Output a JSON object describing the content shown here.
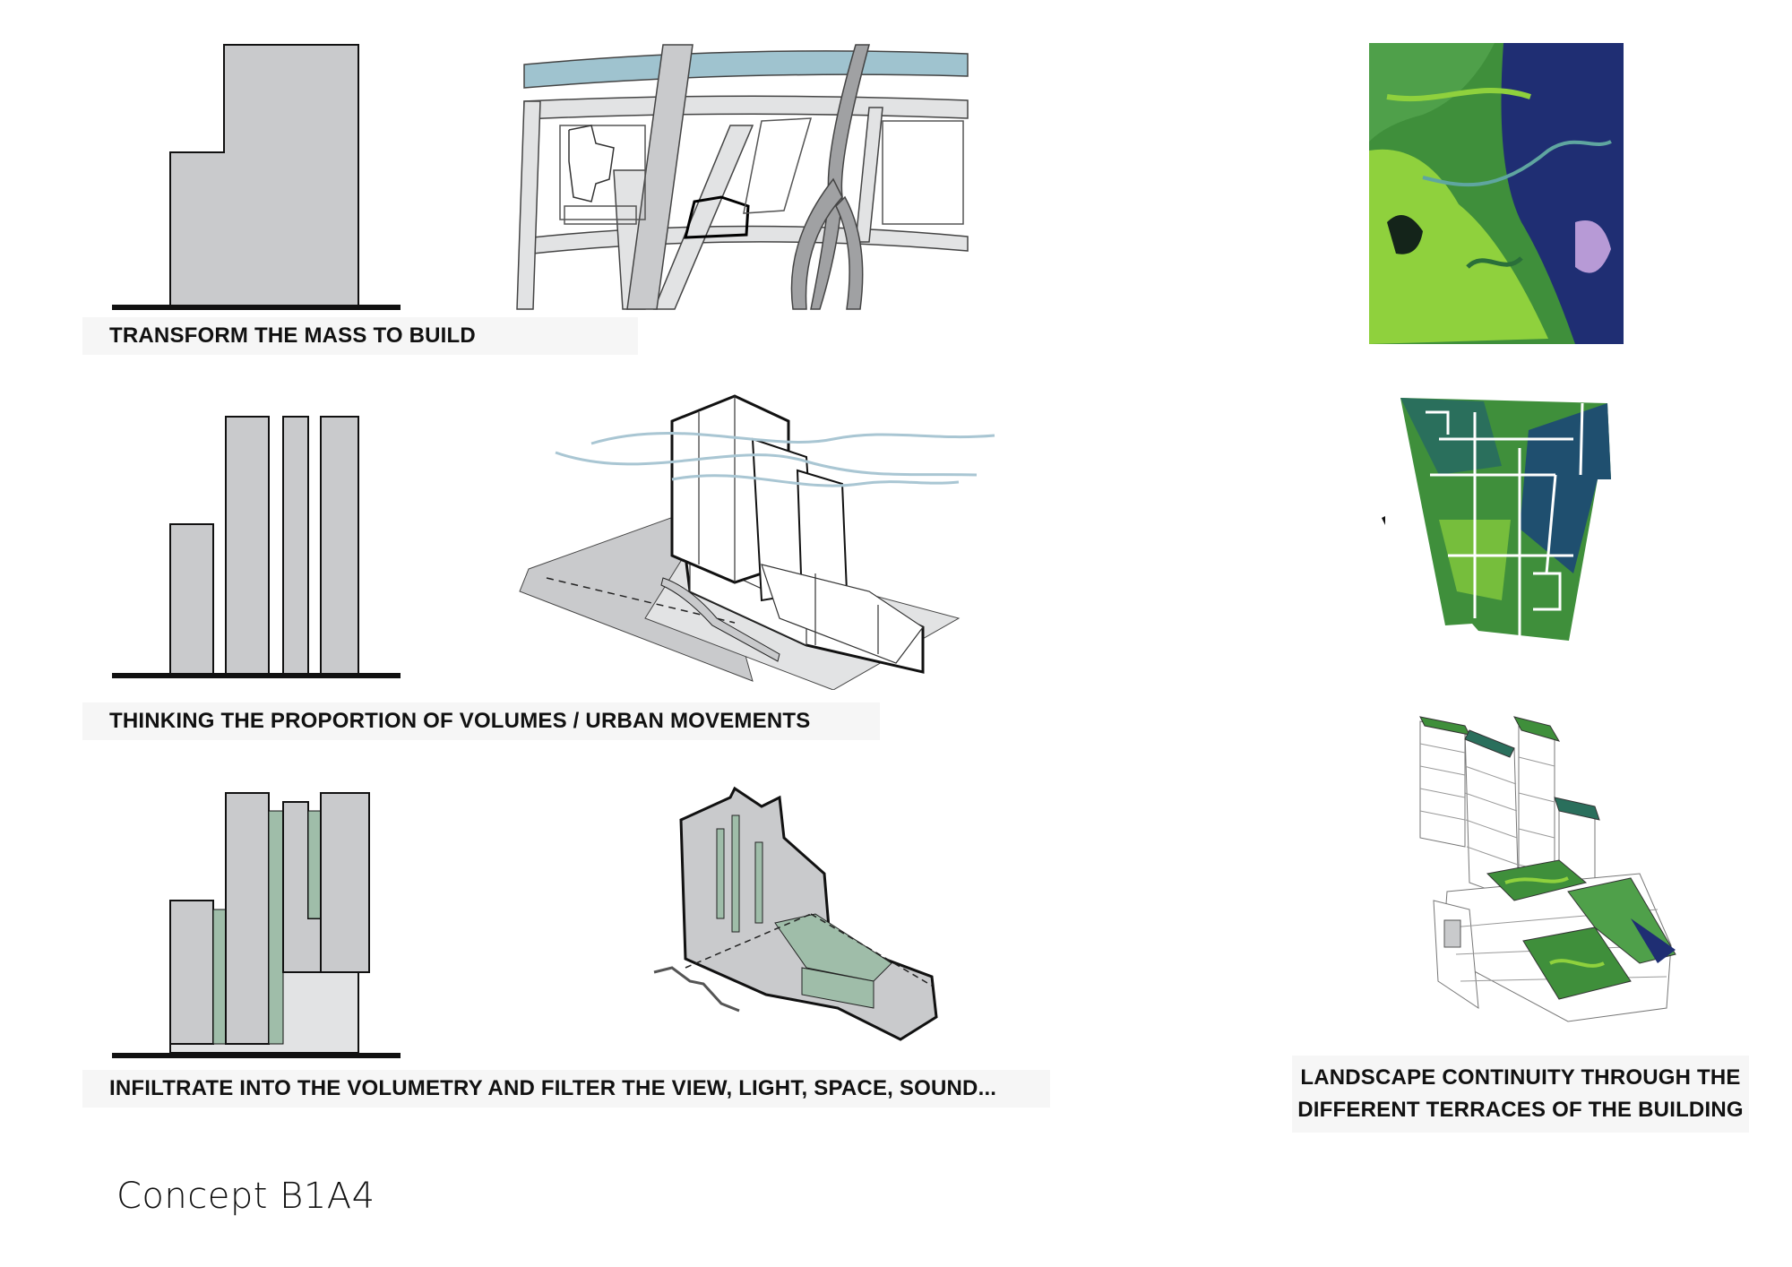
{
  "captions": {
    "row1": "TRANSFORM THE MASS TO BUILD",
    "row2": "THINKING THE PROPORTION OF VOLUMES / URBAN MOVEMENTS",
    "row3": "INFILTRATE INTO THE VOLUMETRY AND FILTER THE VIEW, LIGHT, SPACE, SOUND...",
    "right_line1": "LANDSCAPE CONTINUITY THROUGH THE",
    "right_line2": "DIFFERENT TERRACES OF THE BUILDING"
  },
  "title": "Concept B1A4",
  "colors": {
    "mass_grey": "#c9cacc",
    "light_grey": "#e2e3e4",
    "river_blue": "#9fc3cf",
    "wind_blue": "#a9c6d3",
    "green_filter": "#9fbda9",
    "landscape_green": "#3f8f3b",
    "landscape_lime": "#8fd13d",
    "water_navy": "#1f2e73"
  }
}
